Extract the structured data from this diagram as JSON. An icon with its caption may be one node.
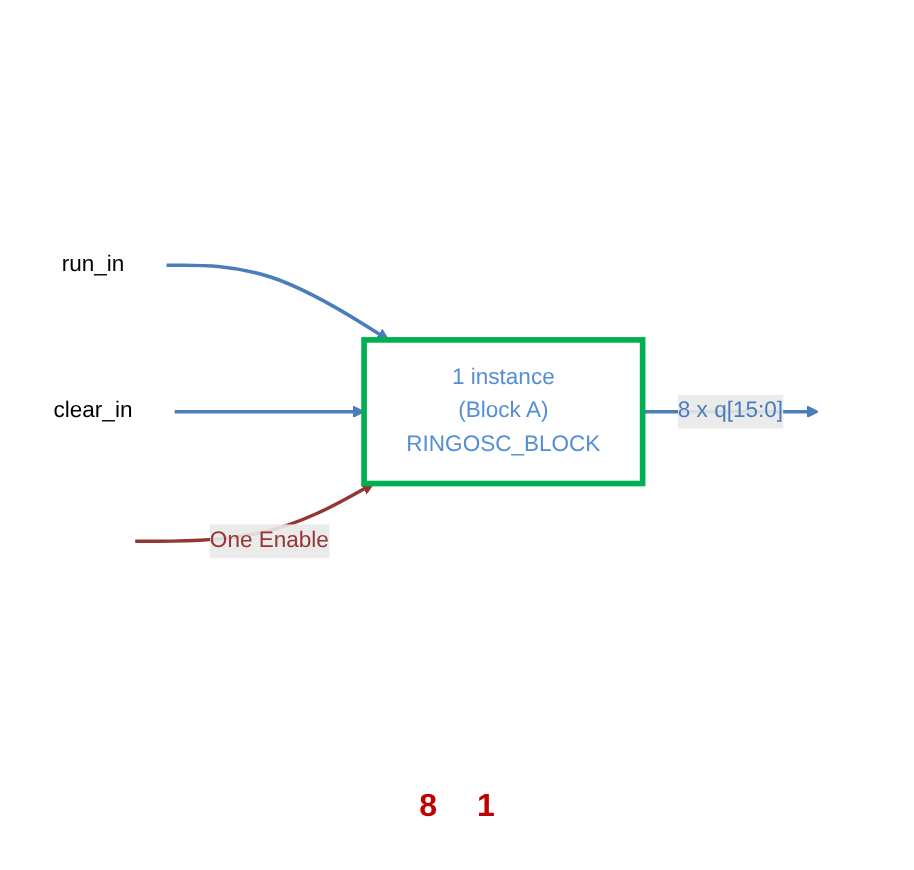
{
  "diagram": {
    "nodes": [
      {
        "text": [
          "1 instance",
          "(Block A)",
          "RINGOSC_BLOCK"
        ]
      },
      {
        "text": [
          "run_in"
        ]
      },
      {
        "text": [
          "clear_in"
        ]
      }
    ],
    "edges": [
      {
        "from": 1,
        "to": 0,
        "arrow": "to"
      },
      {
        "from": 2,
        "to": 0,
        "arrow": "to"
      },
      {
        "from": null,
        "to": 0,
        "arrow": "to",
        "label": "One Enable",
        "color": "#943634"
      },
      {
        "from": 0,
        "to": null,
        "arrow": "to",
        "label": "8 x q[15:0]"
      }
    ],
    "labels": [
      "8",
      "1"
    ]
  }
}
